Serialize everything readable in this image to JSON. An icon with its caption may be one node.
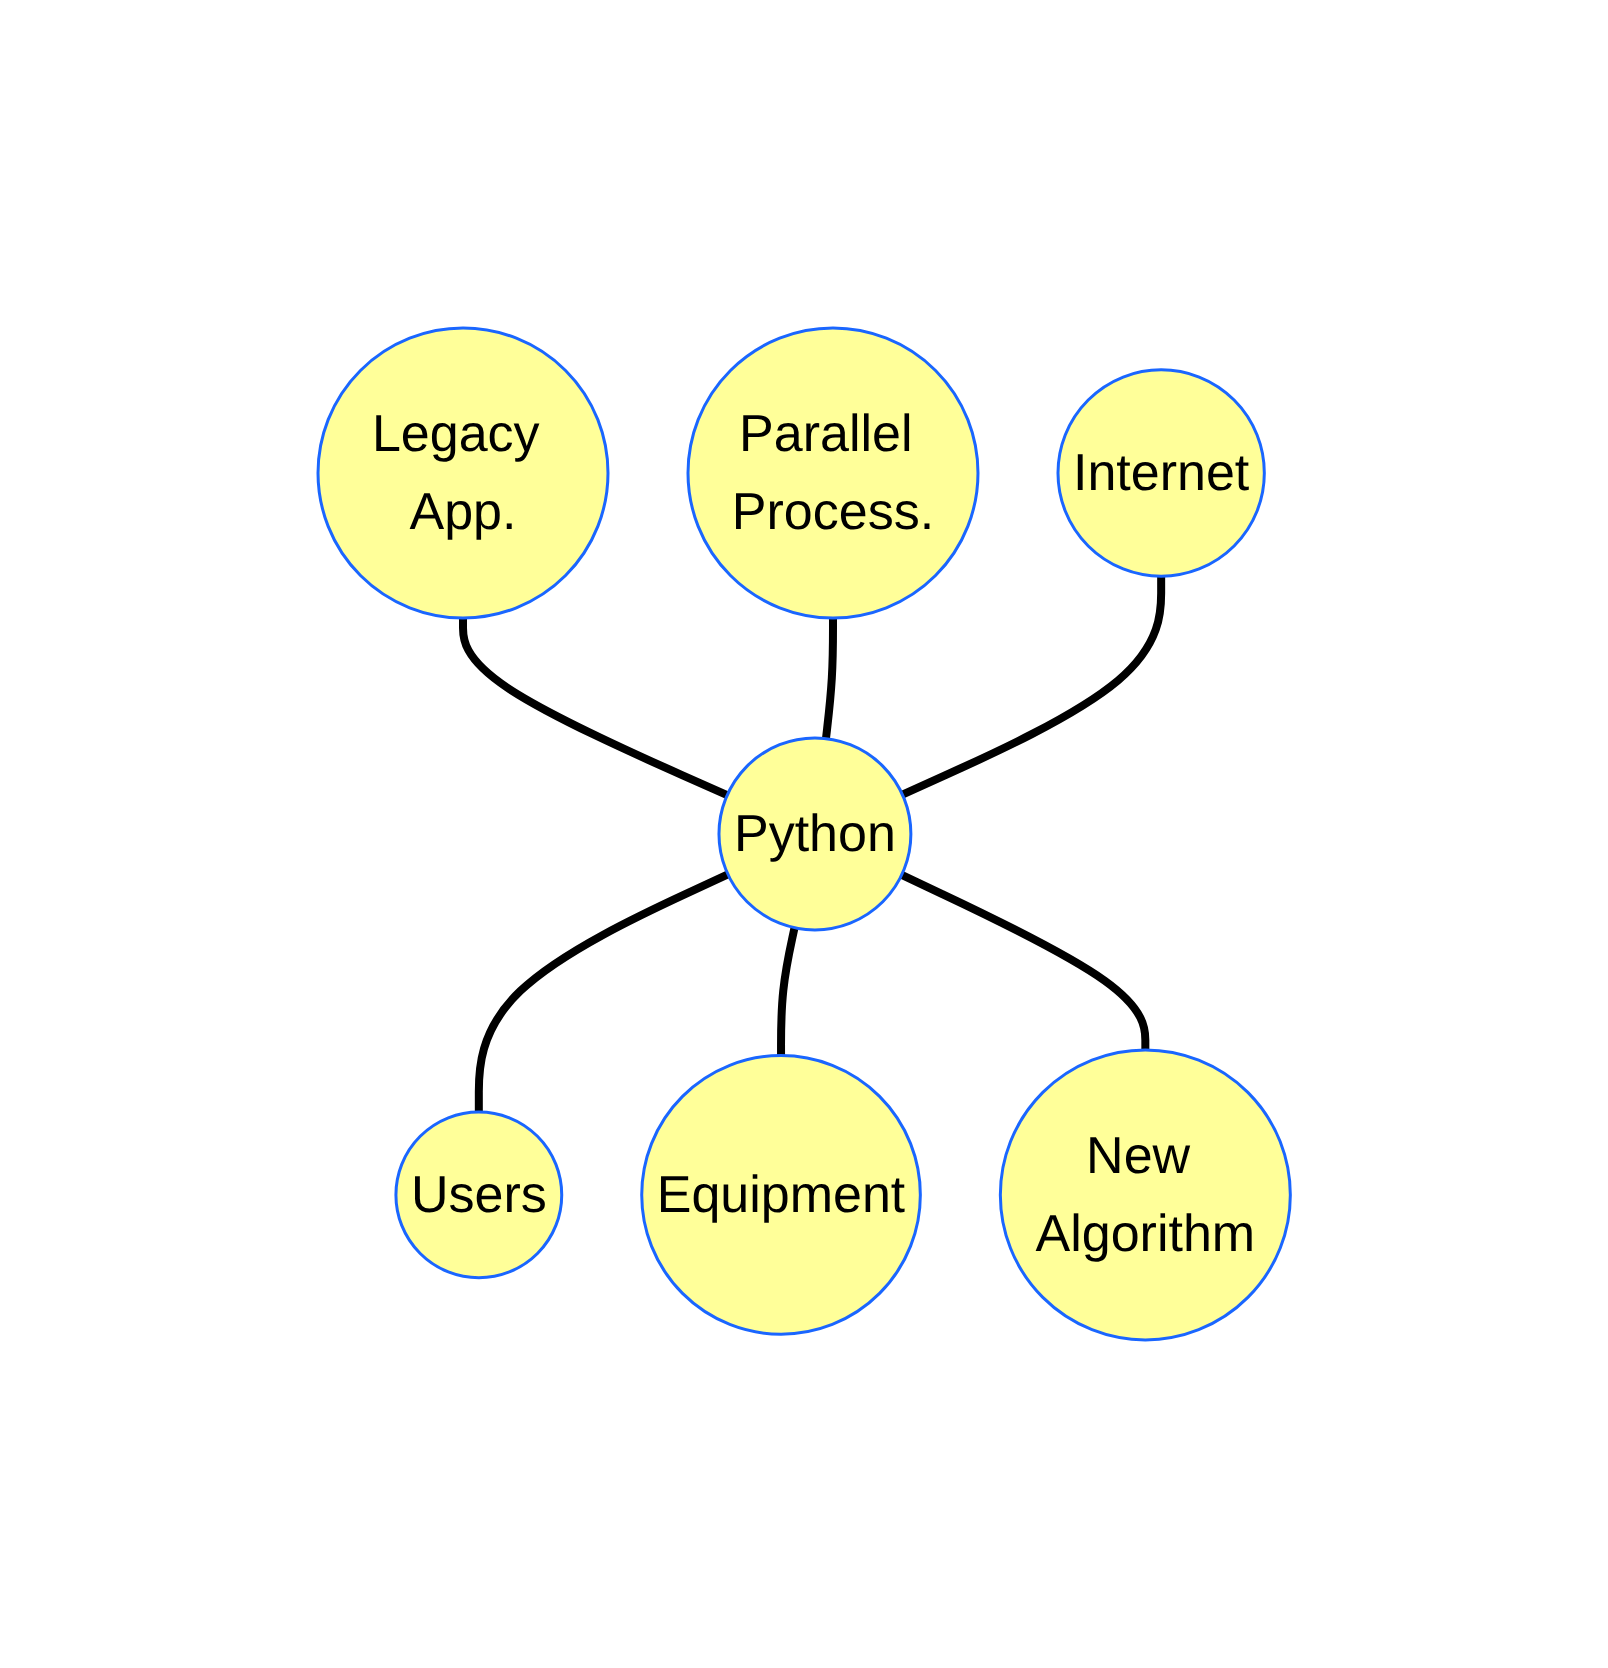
{
  "diagram": {
    "nodes": [
      {
        "text": [
          "Legacy App."
        ]
      },
      {
        "text": [
          "Parallel Process."
        ]
      },
      {
        "text": [
          "Internet"
        ]
      },
      {
        "text": [
          "Python"
        ]
      },
      {
        "text": [
          "Users"
        ]
      },
      {
        "text": [
          "Equipment"
        ]
      },
      {
        "text": [
          "New Algorithm"
        ]
      }
    ],
    "edges": [
      {
        "from": 0,
        "to": 3,
        "arrow": "none"
      },
      {
        "from": 1,
        "to": 3,
        "arrow": "none"
      },
      {
        "from": 2,
        "to": 3,
        "arrow": "none"
      },
      {
        "from": 3,
        "to": 4,
        "arrow": "none"
      },
      {
        "from": 3,
        "to": 5,
        "arrow": "none"
      },
      {
        "from": 3,
        "to": 6,
        "arrow": "none"
      }
    ]
  }
}
